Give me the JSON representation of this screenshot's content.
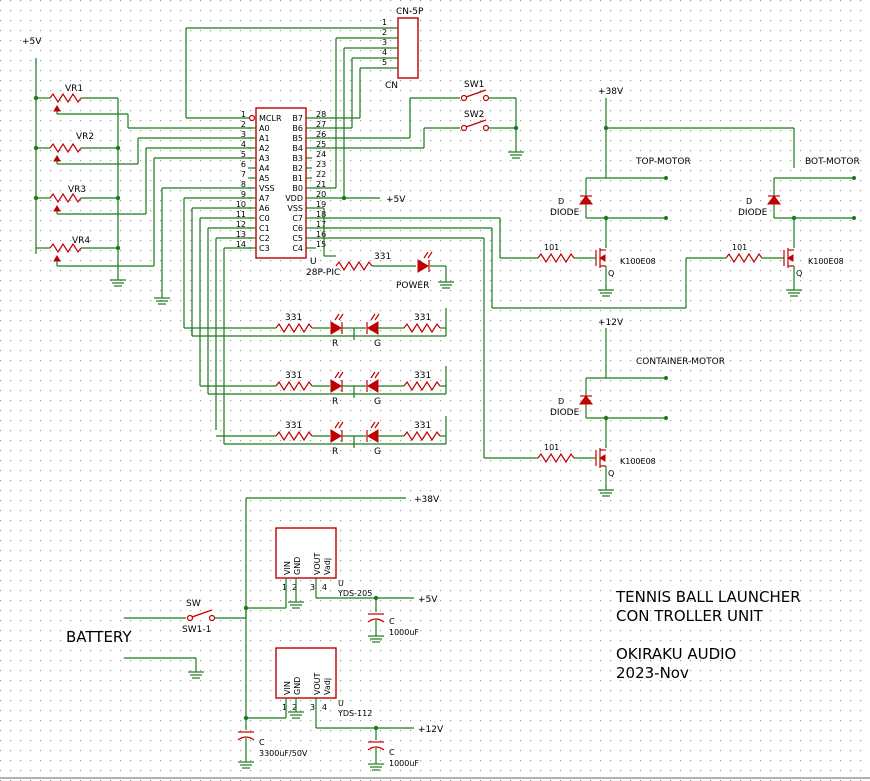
{
  "rails": {
    "v5": "+5V",
    "v38": "+38V",
    "v12": "+12V"
  },
  "pots": [
    "VR1",
    "VR2",
    "VR3",
    "VR4"
  ],
  "ic": {
    "ref": "U",
    "name": "28P-PIC",
    "left_pins": [
      {
        "num": "1",
        "name": "MCLR"
      },
      {
        "num": "2",
        "name": "A0"
      },
      {
        "num": "3",
        "name": "A1"
      },
      {
        "num": "4",
        "name": "A2"
      },
      {
        "num": "5",
        "name": "A3"
      },
      {
        "num": "6",
        "name": "A4"
      },
      {
        "num": "7",
        "name": "A5"
      },
      {
        "num": "8",
        "name": "VSS"
      },
      {
        "num": "9",
        "name": "A7"
      },
      {
        "num": "10",
        "name": "A6"
      },
      {
        "num": "11",
        "name": "C0"
      },
      {
        "num": "12",
        "name": "C1"
      },
      {
        "num": "13",
        "name": "C2"
      },
      {
        "num": "14",
        "name": "C3"
      }
    ],
    "right_pins": [
      {
        "num": "28",
        "name": "B7"
      },
      {
        "num": "27",
        "name": "B6"
      },
      {
        "num": "26",
        "name": "B5"
      },
      {
        "num": "25",
        "name": "B4"
      },
      {
        "num": "24",
        "name": "B3"
      },
      {
        "num": "23",
        "name": "B2"
      },
      {
        "num": "22",
        "name": "B1"
      },
      {
        "num": "21",
        "name": "B0"
      },
      {
        "num": "20",
        "name": "VDD"
      },
      {
        "num": "19",
        "name": "VSS"
      },
      {
        "num": "18",
        "name": "C7"
      },
      {
        "num": "17",
        "name": "C6"
      },
      {
        "num": "16",
        "name": "C5"
      },
      {
        "num": "15",
        "name": "C4"
      }
    ]
  },
  "connector": {
    "name": "CN-5P",
    "ref": "CN",
    "pins": [
      "1",
      "2",
      "3",
      "4",
      "5"
    ]
  },
  "switches": [
    "SW1",
    "SW2"
  ],
  "motors": {
    "top": "TOP-MOTOR",
    "bot": "BOT-MOTOR",
    "container": "CONTAINER-MOTOR"
  },
  "parts": {
    "diode_ref": "D",
    "diode_name": "DIODE",
    "q_ref": "Q",
    "q_name": "K100E08",
    "r101": "101",
    "r331": "331",
    "led_r": "R",
    "led_g": "G",
    "power_led": "POWER",
    "cap_ref": "C",
    "cap1000": "1000uF",
    "cap3300": "3300uF/50V",
    "sw_ref": "SW",
    "sw_name": "SW1-1",
    "battery": "BATTERY"
  },
  "regulators": [
    {
      "ref": "U",
      "name": "YDS-205",
      "pins": [
        "VIN",
        "GND",
        "VOUT",
        "Vadj"
      ],
      "pin_nums": [
        "1",
        "2",
        "3",
        "4"
      ]
    },
    {
      "ref": "U",
      "name": "YDS-112",
      "pins": [
        "VIN",
        "GND",
        "VOUT",
        "Vadj"
      ],
      "pin_nums": [
        "1",
        "2",
        "3",
        "4"
      ]
    }
  ],
  "title_block": {
    "line1": "TENNIS BALL LAUNCHER",
    "line2": "CON TROLLER UNIT",
    "line3": "OKIRAKU AUDIO",
    "line4": "2023-Nov"
  }
}
